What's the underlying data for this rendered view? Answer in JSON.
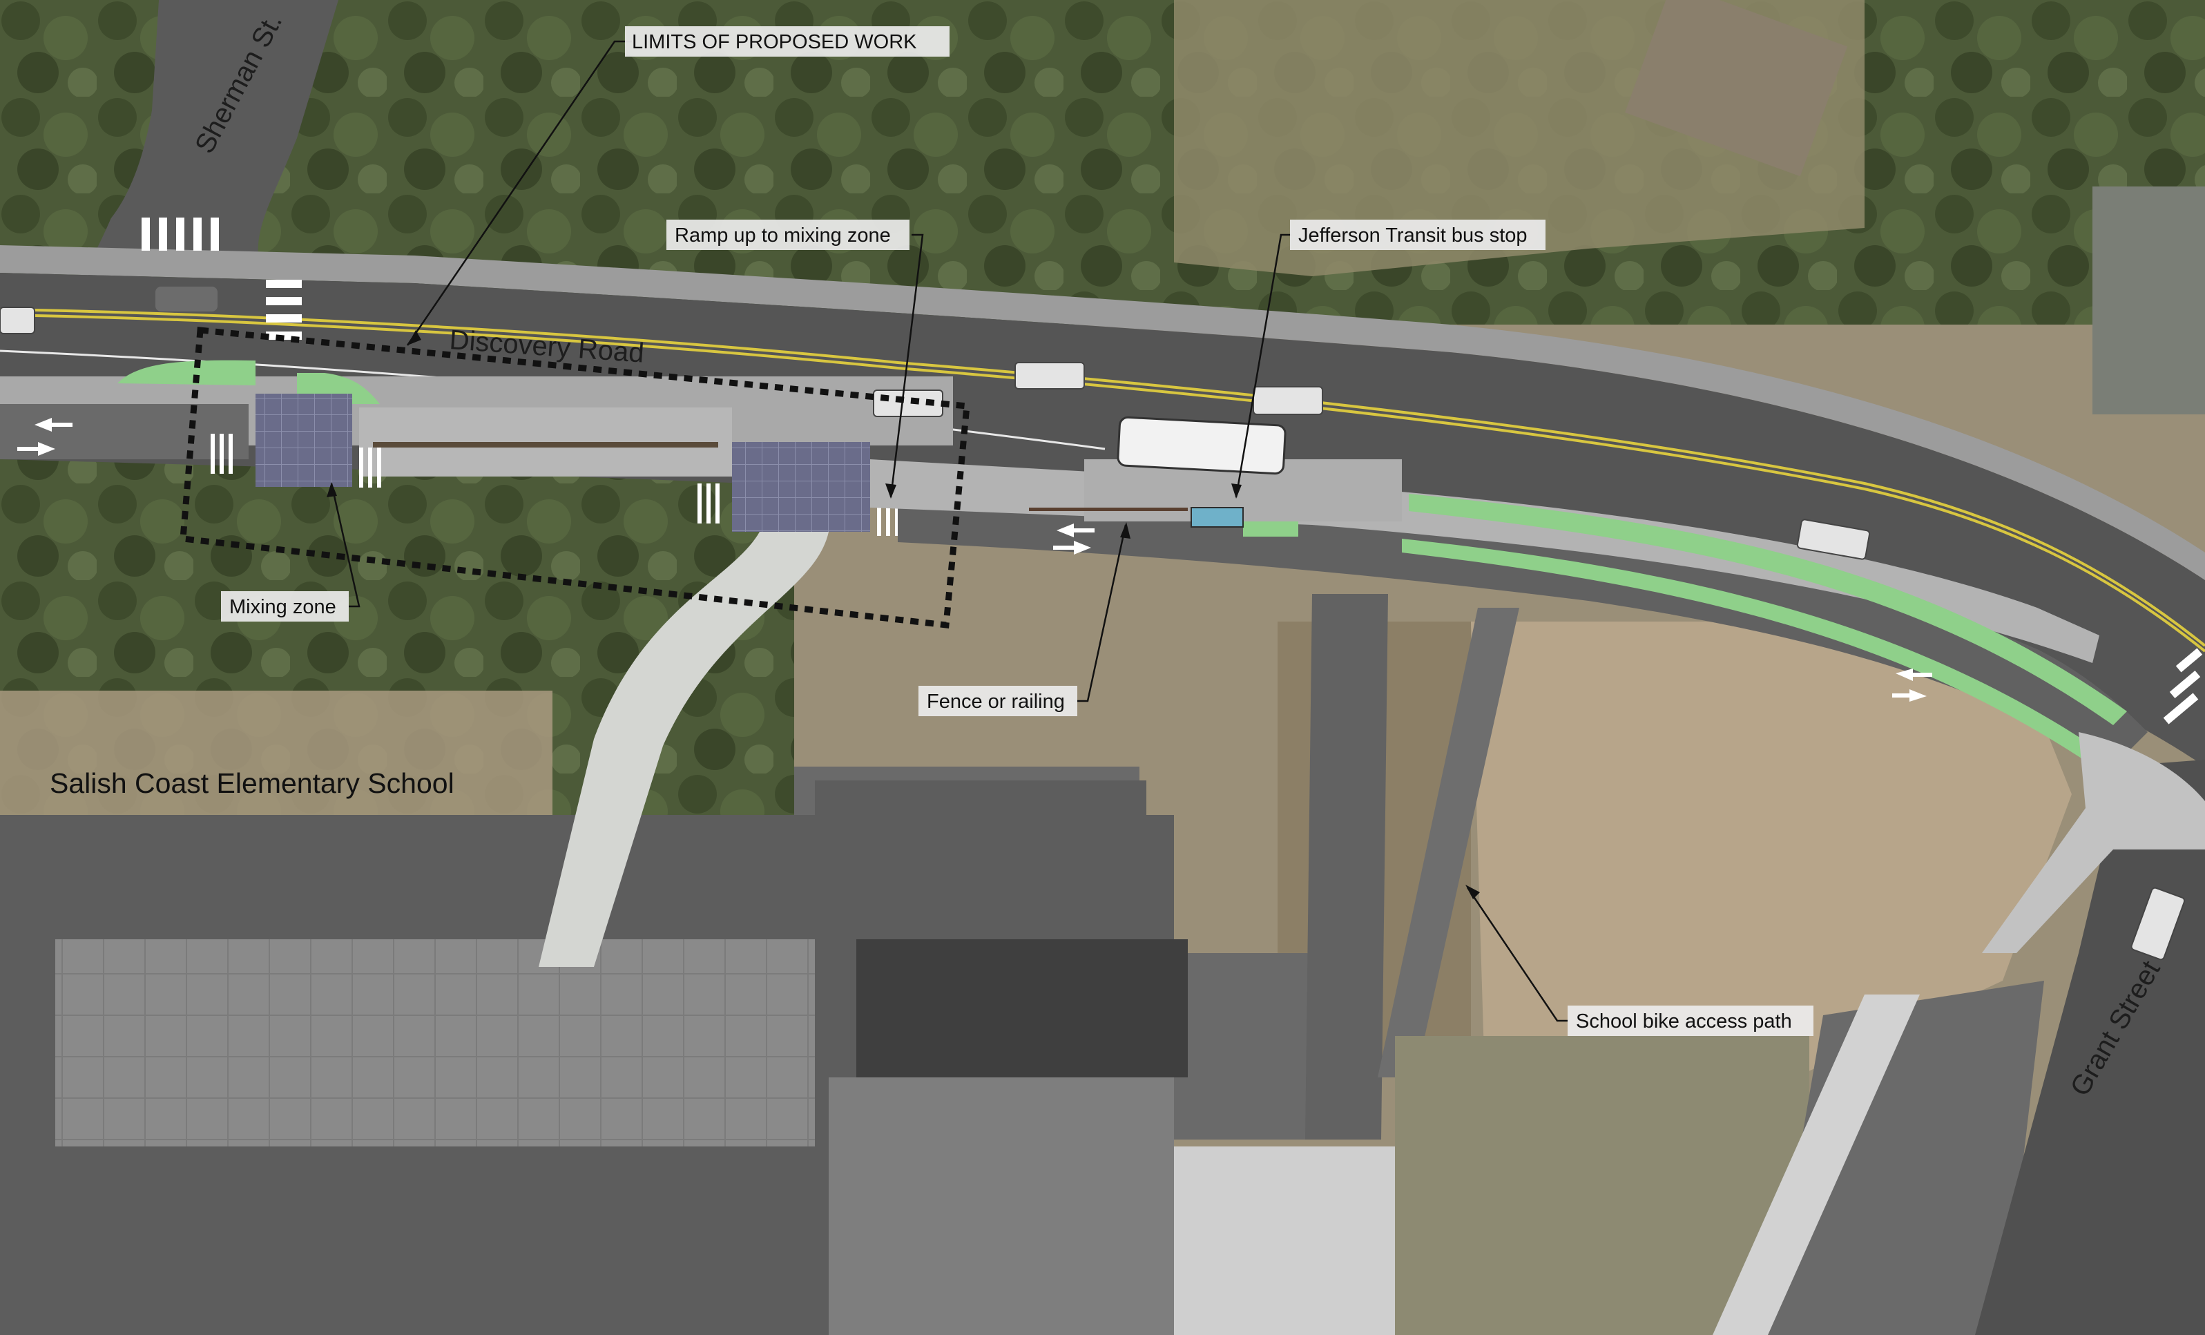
{
  "map": {
    "streets": {
      "sherman": "Sherman St.",
      "discovery": "Discovery Road",
      "grant": "Grant Street"
    },
    "places": {
      "school": "Salish Coast Elementary School"
    },
    "callouts": {
      "limits": "LIMITS OF PROPOSED WORK",
      "ramp": "Ramp up to mixing zone",
      "bus_stop": "Jefferson Transit bus stop",
      "mixing_zone": "Mixing zone",
      "fence": "Fence or railing",
      "bike_path": "School bike access path"
    },
    "colors": {
      "asphalt": "#5a5a5a",
      "sidewalk": "#b9b9b9",
      "bike_lane": "#6d6d6d",
      "buffer_green": "#8fd08a",
      "mixing_zone": "#6a6c8a",
      "centerline": "#d8c640",
      "vegetation": "#4f5e3a",
      "dry_ground": "#a89a82",
      "roof": "#6b6b6b",
      "bus_stop_marker": "#6fb1c9",
      "limits_line": "#111111"
    }
  }
}
